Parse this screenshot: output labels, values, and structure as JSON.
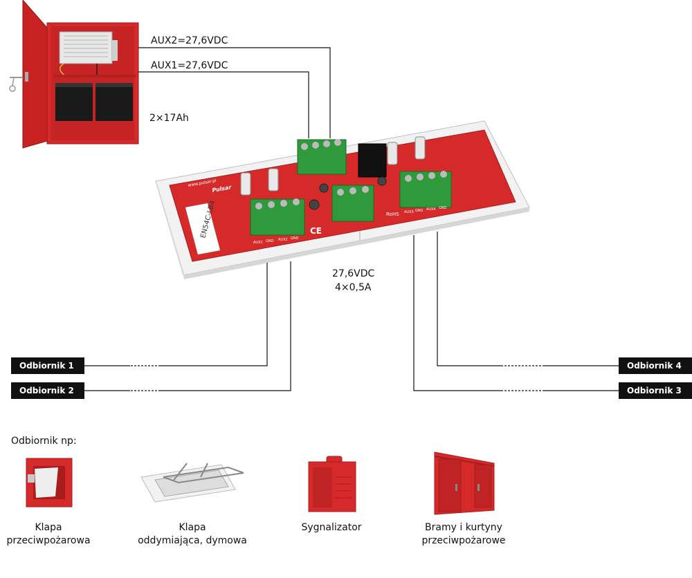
{
  "supply": {
    "aux2": "AUX2=27,6VDC",
    "aux1": "AUX1=27,6VDC",
    "battery": "2×17Ah"
  },
  "module": {
    "model": "EN54C-LB4",
    "brand": "Pulsar",
    "url": "www.pulsar.pl",
    "terminal_labels": [
      "AUX1",
      "GND",
      "AUX2",
      "GND"
    ],
    "terminal_labels_right": [
      "AUX3",
      "GND",
      "AUX4",
      "GND"
    ],
    "ce": "CE",
    "rohs": "RoHS"
  },
  "output": {
    "voltage": "27,6VDC",
    "current": "4×0,5A"
  },
  "receivers": {
    "r1": "Odbiornik 1",
    "r2": "Odbiornik 2",
    "r3": "Odbiornik 3",
    "r4": "Odbiornik 4"
  },
  "examples": {
    "heading": "Odbiornik np:",
    "items": [
      {
        "line1": "Klapa",
        "line2": "przeciwpożarowa"
      },
      {
        "line1": "Klapa",
        "line2": "oddymiająca, dymowa"
      },
      {
        "line1": "Sygnalizator",
        "line2": ""
      },
      {
        "line1": "Bramy i kurtyny",
        "line2": "przeciwpożarowe"
      }
    ]
  },
  "colors": {
    "red": "#d62a2a",
    "dark_red": "#a81c1c",
    "green": "#2f9a3c",
    "black": "#111111"
  }
}
